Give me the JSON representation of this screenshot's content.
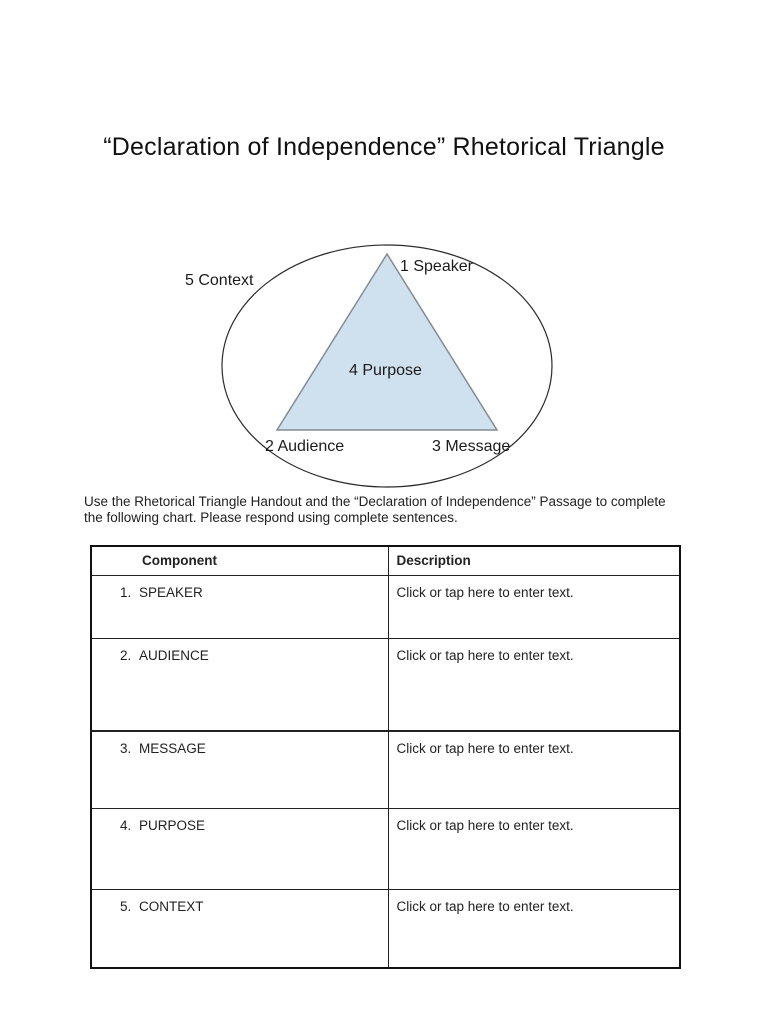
{
  "page": {
    "title": "“Declaration of Independence” Rhetorical Triangle",
    "instructions": "Use the Rhetorical Triangle Handout and the “Declaration of Independence” Passage to complete the following chart. Please respond using complete sentences."
  },
  "diagram": {
    "labels": {
      "speaker": "1 Speaker",
      "audience": "2 Audience",
      "message": "3 Message",
      "purpose": "4 Purpose",
      "context": "5 Context"
    },
    "colors": {
      "triangle_fill": "#cfe0ee",
      "triangle_stroke": "#848b94",
      "ellipse_stroke": "#2b2b2b"
    }
  },
  "table": {
    "headers": {
      "component": "Component",
      "description": "Description"
    },
    "rows": [
      {
        "num": "1.",
        "component": "SPEAKER",
        "description": "Click or tap here to enter text."
      },
      {
        "num": "2.",
        "component": "AUDIENCE",
        "description": "Click or tap here to enter text."
      },
      {
        "num": "3.",
        "component": "MESSAGE",
        "description": "Click or tap here to enter text."
      },
      {
        "num": "4.",
        "component": "PURPOSE",
        "description": "Click or tap here to enter text."
      },
      {
        "num": "5.",
        "component": "CONTEXT",
        "description": "Click or tap here to enter text."
      }
    ]
  }
}
